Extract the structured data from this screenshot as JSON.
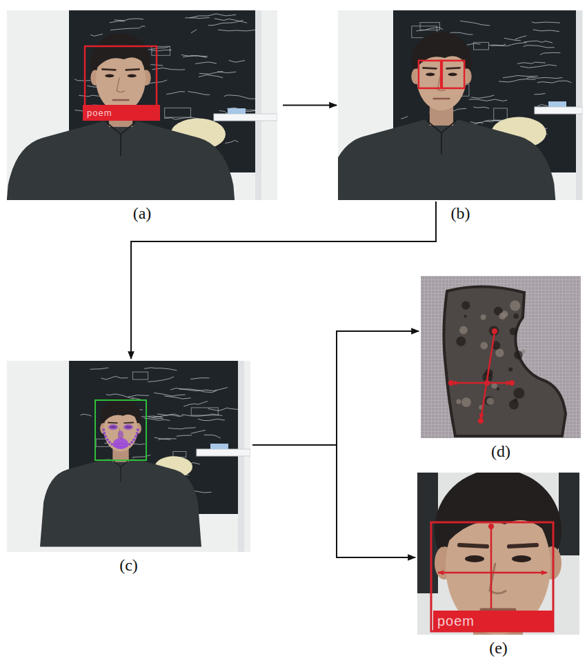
{
  "diagram": {
    "nodes": [
      {
        "text": [
          "(a)"
        ]
      },
      {
        "text": [
          "poem"
        ],
        "in": 0
      },
      {
        "text": [
          "(b)"
        ]
      },
      {
        "text": [
          "(c)"
        ]
      },
      {
        "text": [
          "(d)"
        ]
      },
      {
        "text": [
          "(e)"
        ]
      },
      {
        "text": [
          "poem"
        ],
        "in": 5
      }
    ],
    "edges": [
      {
        "from": 0,
        "to": 2,
        "arrow": "to"
      },
      {
        "from": 2,
        "to": 3,
        "arrow": "to"
      },
      {
        "from": 3,
        "to": 4,
        "arrow": "to"
      },
      {
        "from": 3,
        "to": 5,
        "arrow": "to"
      }
    ]
  }
}
